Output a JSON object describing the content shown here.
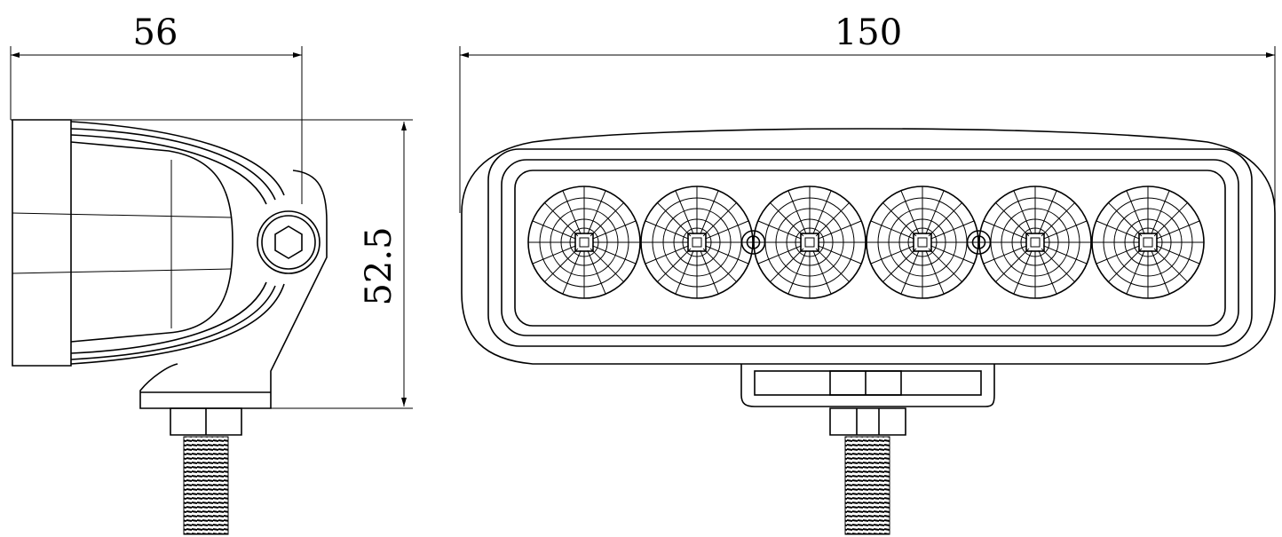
{
  "side_view": {
    "width_label": "56",
    "height_label": "52.5"
  },
  "front_view": {
    "width_label": "150",
    "led_count": 6,
    "indicator_count": 2
  }
}
